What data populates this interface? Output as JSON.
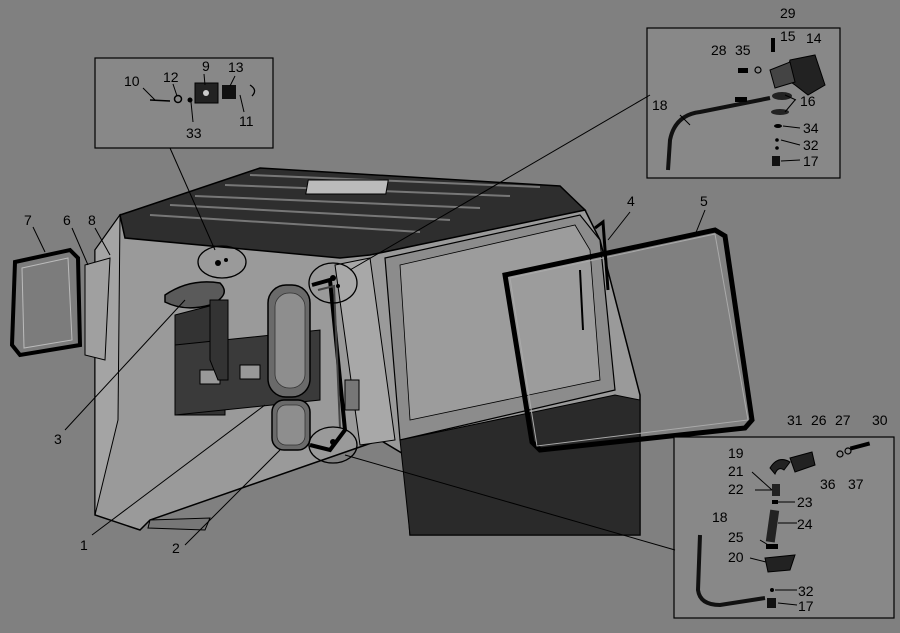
{
  "colors": {
    "background": "#808080",
    "line": "#000000",
    "inset_fill": "#888888",
    "glass": "#8a8a8a",
    "panel_dark": "#333333"
  },
  "callouts": {
    "main": {
      "c1": "1",
      "c2": "2",
      "c3": "3",
      "c4": "4",
      "c5": "5",
      "c6": "6",
      "c7": "7",
      "c8": "8"
    },
    "inset_top_left": {
      "c9": "9",
      "c10": "10",
      "c11": "11",
      "c12": "12",
      "c13": "13",
      "c33": "33"
    },
    "inset_top_right": {
      "c14": "14",
      "c15": "15",
      "c16": "16",
      "c17": "17",
      "c18": "18",
      "c28": "28",
      "c29": "29",
      "c32": "32",
      "c34": "34",
      "c35": "35"
    },
    "inset_bottom_right": {
      "c17": "17",
      "c18": "18",
      "c19": "19",
      "c20": "20",
      "c21": "21",
      "c22": "22",
      "c23": "23",
      "c24": "24",
      "c25": "25",
      "c26": "26",
      "c27": "27",
      "c30": "30",
      "c31": "31",
      "c32": "32",
      "c36": "36",
      "c37": "37"
    }
  }
}
